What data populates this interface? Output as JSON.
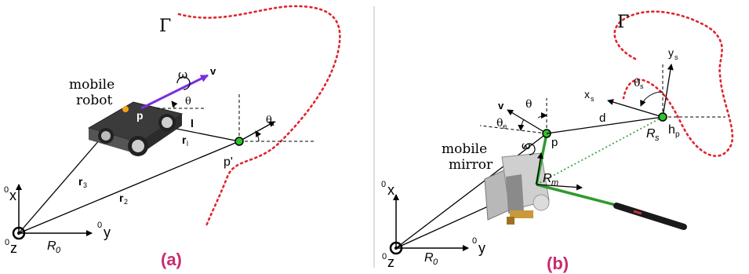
{
  "colors": {
    "caption": "#c72c6f",
    "curve": "#e0242c",
    "velocity": "#7a2ee0",
    "beam": "#2f9a2f",
    "point": "#2cc42c",
    "line": "#000000"
  },
  "panel_a": {
    "gamma": "Γ",
    "robot_label_line1": "mobile",
    "robot_label_line2": "robot",
    "omega": "ω",
    "v": "v",
    "theta": "θ",
    "p": "p",
    "l": "l",
    "r1": "r",
    "r1_sub": "l",
    "r2": "r",
    "r2_sub": "2",
    "r3": "r",
    "r3_sub": "3",
    "p_prime": "p'",
    "theta_r": "θ",
    "theta_r_sub": "r",
    "frame_x": "x",
    "frame_y": "y",
    "frame_z": "z",
    "frame_sup": "0",
    "frame_name": "R",
    "frame_name_sub": "0",
    "caption": "(a)"
  },
  "panel_b": {
    "gamma": "Γ",
    "mirror_label_line1": "mobile",
    "mirror_label_line2": "mirror",
    "v": "v",
    "theta": "θ",
    "theta_e": "θ",
    "theta_e_sub": "e",
    "omega": "ω",
    "p": "p",
    "d": "d",
    "xs": "x",
    "xs_sub": "s",
    "ys": "y",
    "ys_sub": "s",
    "theta_s": "θ",
    "theta_s_sub": "s",
    "hp": "h",
    "hp_sub": "p",
    "rs": "R",
    "rs_sub": "s",
    "rm": "R",
    "rm_sub": "m",
    "frame_x": "x",
    "frame_y": "y",
    "frame_z": "z",
    "frame_sup": "0",
    "frame_name": "R",
    "frame_name_sub": "0",
    "caption": "(b)"
  }
}
